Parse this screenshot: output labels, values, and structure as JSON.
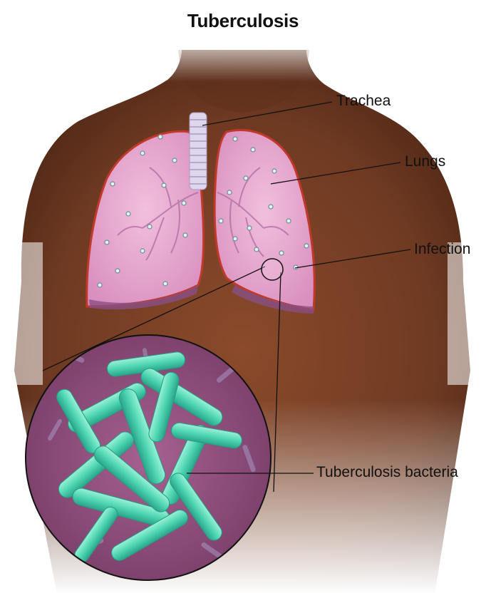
{
  "title": "Tuberculosis",
  "labels": {
    "trachea": "Trachea",
    "lungs": "Lungs",
    "infection": "Infection",
    "bacteria": "Tuberculosis bacteria"
  },
  "colors": {
    "skin": "#7a4126",
    "skin_dark": "#5a2d19",
    "lung": "#e9a9cf",
    "lung_edge": "#c0392b",
    "bacteria": "#4ad3b0",
    "magnified_bg": "#8e4f7d"
  }
}
